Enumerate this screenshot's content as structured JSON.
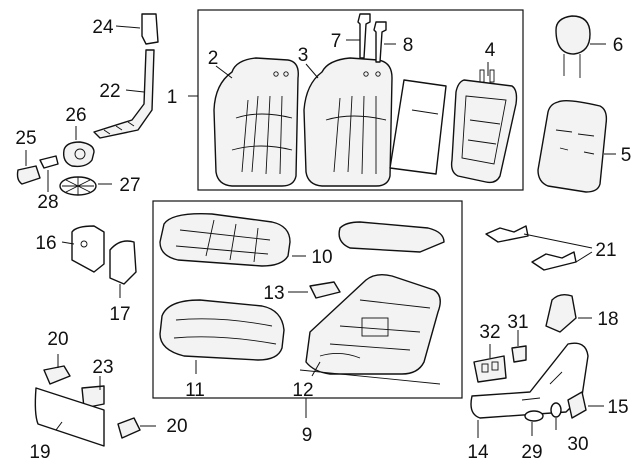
{
  "diagram": {
    "callouts": [
      {
        "id": "c1",
        "label": "1"
      },
      {
        "id": "c2",
        "label": "2"
      },
      {
        "id": "c3",
        "label": "3"
      },
      {
        "id": "c4",
        "label": "4"
      },
      {
        "id": "c5",
        "label": "5"
      },
      {
        "id": "c6",
        "label": "6"
      },
      {
        "id": "c7",
        "label": "7"
      },
      {
        "id": "c8",
        "label": "8"
      },
      {
        "id": "c9",
        "label": "9"
      },
      {
        "id": "c10",
        "label": "10"
      },
      {
        "id": "c11",
        "label": "11"
      },
      {
        "id": "c12",
        "label": "12"
      },
      {
        "id": "c13",
        "label": "13"
      },
      {
        "id": "c14",
        "label": "14"
      },
      {
        "id": "c15",
        "label": "15"
      },
      {
        "id": "c16",
        "label": "16"
      },
      {
        "id": "c17",
        "label": "17"
      },
      {
        "id": "c18",
        "label": "18"
      },
      {
        "id": "c19",
        "label": "19"
      },
      {
        "id": "c20a",
        "label": "20"
      },
      {
        "id": "c20b",
        "label": "20"
      },
      {
        "id": "c21",
        "label": "21"
      },
      {
        "id": "c22",
        "label": "22"
      },
      {
        "id": "c23",
        "label": "23"
      },
      {
        "id": "c24",
        "label": "24"
      },
      {
        "id": "c25",
        "label": "25"
      },
      {
        "id": "c26",
        "label": "26"
      },
      {
        "id": "c27",
        "label": "27"
      },
      {
        "id": "c28",
        "label": "28"
      },
      {
        "id": "c29",
        "label": "29"
      },
      {
        "id": "c30",
        "label": "30"
      },
      {
        "id": "c31",
        "label": "31"
      },
      {
        "id": "c32",
        "label": "32"
      }
    ]
  }
}
